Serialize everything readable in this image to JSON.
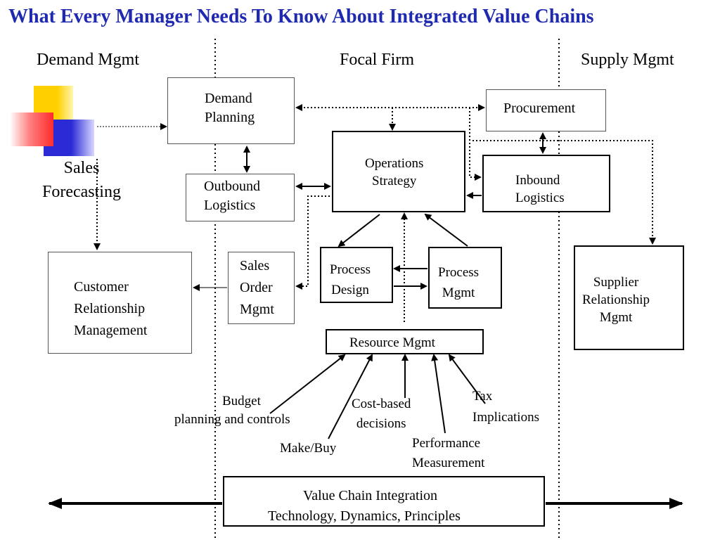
{
  "slide": {
    "title": "What Every Manager Needs To Know About Integrated Value Chains"
  },
  "columns": {
    "demand": "Demand Mgmt",
    "focal": "Focal Firm",
    "supply": "Supply Mgmt"
  },
  "boxes": {
    "demand_planning": "Demand\nPlanning",
    "procurement": "Procurement",
    "operations_strategy": "Operations\nStrategy",
    "outbound_logistics": "Outbound\nLogistics",
    "inbound_logistics": "Inbound\nLogistics",
    "crm": "Customer\nRelationship\nManagement",
    "sales_order": "Sales\nOrder\nMgmt",
    "process_design": "Process\nDesign",
    "process_mgmt": "Process\nMgmt",
    "srm": "Supplier\nRelationship\nMgmt",
    "resource_mgmt": "Resource Mgmt",
    "vci_line1": "Value Chain Integration",
    "vci_line2": "Technology, Dynamics, Principles"
  },
  "labels": {
    "sales_forecasting": "Sales\nForecasting",
    "budget": "Budget",
    "budget_sub": "planning and controls",
    "make_buy": "Make/Buy",
    "cost_based": "Cost-based\ndecisions",
    "performance": "Performance\nMeasurement",
    "tax": "Tax\nImplications"
  },
  "colors": {
    "title": "#1f2ab0",
    "logo_yellow": "#ffd000",
    "logo_blue": "#2b2bd6",
    "logo_red": "#ff3b3b"
  }
}
